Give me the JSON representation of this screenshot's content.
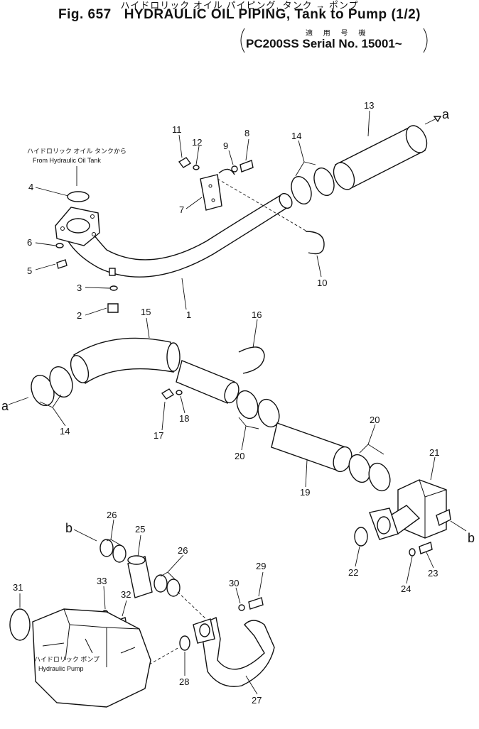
{
  "header": {
    "title_jp": "ハイドロリック オイル パイピング, タンク → ポンプ",
    "fig_number": "Fig. 657",
    "title_en": "HYDRAULIC OIL PIPING, Tank to Pump (1/2)",
    "applicability_jp": "適 用 号 機",
    "serial": "PC200SS Serial No. 15001~"
  },
  "notes": {
    "tank_jp": "ハイドロリック オイル タンクから",
    "tank_en": "From Hydraulic Oil Tank",
    "pump_jp": "ハイドロリック ポンプ",
    "pump_en": "Hydraulic Pump"
  },
  "connectors": {
    "a": "a",
    "b": "b"
  },
  "callouts": {
    "p1": "1",
    "p2": "2",
    "p3": "3",
    "p4": "4",
    "p5": "5",
    "p6": "6",
    "p7": "7",
    "p8": "8",
    "p9": "9",
    "p10": "10",
    "p11": "11",
    "p12": "12",
    "p13": "13",
    "p14": "14",
    "p15": "15",
    "p16": "16",
    "p17": "17",
    "p18": "18",
    "p19": "19",
    "p20": "20",
    "p21": "21",
    "p22": "22",
    "p23": "23",
    "p24": "24",
    "p25": "25",
    "p26": "26",
    "p27": "27",
    "p28": "28",
    "p29": "29",
    "p30": "30",
    "p31": "31",
    "p32": "32",
    "p33": "33"
  }
}
